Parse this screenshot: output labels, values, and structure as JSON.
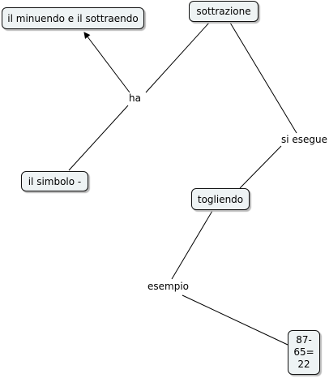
{
  "concepts": {
    "sottrazione": "sottrazione",
    "minuendo": "il minuendo e il sottraendo",
    "simbolo": "il simbolo -",
    "togliendo": "togliendo",
    "esempio_value": "87-\n65=\n22"
  },
  "links": {
    "ha": "ha",
    "si_esegue": "si esegue",
    "esempio": "esempio"
  },
  "colors": {
    "node_fill": "#eef3f4",
    "node_border": "#111111",
    "edge": "#000000"
  }
}
